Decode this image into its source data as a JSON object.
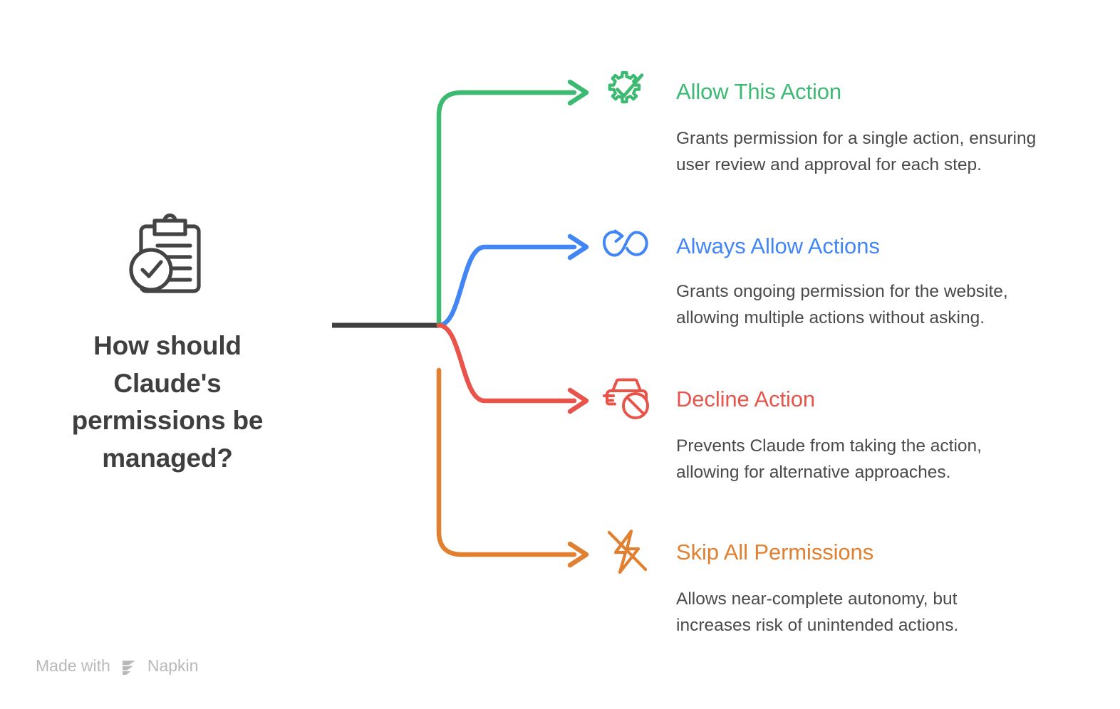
{
  "root": {
    "icon": "clipboard-check-icon",
    "title": "How should\nClaude's\npermissions be\nmanaged?",
    "trunk_color": "#3f3f3f"
  },
  "branches": [
    {
      "id": "allow-this-action",
      "icon": "gear-check-icon",
      "title": "Allow This Action",
      "description": "Grants permission for a single action, ensuring user review and approval for each step.",
      "color": "#3cba72"
    },
    {
      "id": "always-allow-actions",
      "icon": "infinity-arrow-icon",
      "title": "Always Allow Actions",
      "description": "Grants ongoing permission for the website, allowing multiple actions without asking.",
      "color": "#4285f4"
    },
    {
      "id": "decline-action",
      "icon": "car-prohibited-icon",
      "title": "Decline Action",
      "description": "Prevents Claude from taking the action, allowing for alternative approaches.",
      "color": "#e8544a"
    },
    {
      "id": "skip-all-permissions",
      "icon": "lightning-slash-icon",
      "title": "Skip All Permissions",
      "description": "Allows near-complete autonomy, but increases risk of unintended actions.",
      "color": "#e08030"
    }
  ],
  "watermark": {
    "prefix": "Made with",
    "brand": "Napkin",
    "logo": "napkin-logo-icon",
    "color": "#b8b8b8"
  },
  "colors": {
    "text_dark": "#3f3f3f",
    "text_body": "#4a4a4a",
    "background": "#ffffff"
  }
}
